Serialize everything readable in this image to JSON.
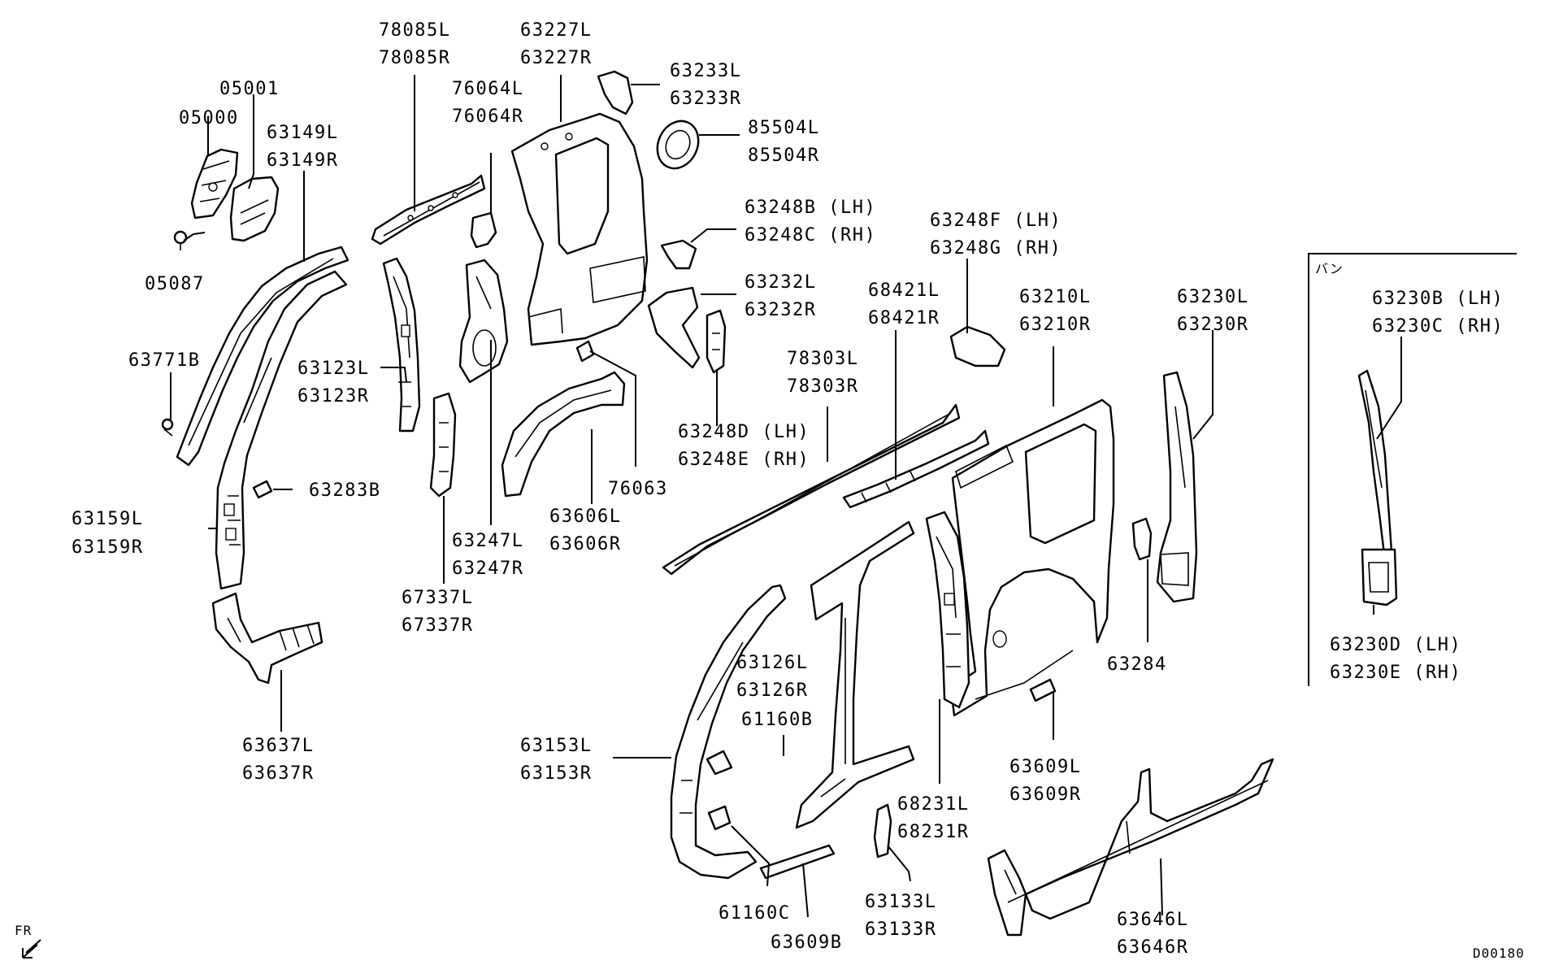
{
  "labels": {
    "p05000": "05000",
    "p05001": "05001",
    "p05087": "05087",
    "p63149l": "63149L",
    "p63149r": "63149R",
    "p63771b": "63771B",
    "p63159l": "63159L",
    "p63159r": "63159R",
    "p63283b": "63283B",
    "p63637l": "63637L",
    "p63637r": "63637R",
    "p78085l": "78085L",
    "p78085r": "78085R",
    "p63123l": "63123L",
    "p63123r": "63123R",
    "p76064l": "76064L",
    "p76064r": "76064R",
    "p63247l": "63247L",
    "p63247r": "63247R",
    "p67337l": "67337L",
    "p67337r": "67337R",
    "p63227l": "63227L",
    "p63227r": "63227R",
    "p63233l": "63233L",
    "p63233r": "63233R",
    "p85504l": "85504L",
    "p85504r": "85504R",
    "p63248b": "63248B (LH)",
    "p63248c": "63248C (RH)",
    "p63232l": "63232L",
    "p63232r": "63232R",
    "p63248d": "63248D (LH)",
    "p63248e": "63248E (RH)",
    "p76063": "76063",
    "p63606l": "63606L",
    "p63606r": "63606R",
    "p63248f": "63248F (LH)",
    "p63248g": "63248G (RH)",
    "p68421l": "68421L",
    "p68421r": "68421R",
    "p78303l": "78303L",
    "p78303r": "78303R",
    "p63210l": "63210L",
    "p63210r": "63210R",
    "p63230l": "63230L",
    "p63230r": "63230R",
    "p63230b": "63230B (LH)",
    "p63230c": "63230C (RH)",
    "p63230d": "63230D (LH)",
    "p63230e": "63230E (RH)",
    "p63284": "63284",
    "p63126l": "63126L",
    "p63126r": "63126R",
    "p61160b": "61160B",
    "p63153l": "63153L",
    "p63153r": "63153R",
    "p68231l": "68231L",
    "p68231r": "68231R",
    "p63609l": "63609L",
    "p63609r": "63609R",
    "p61160c": "61160C",
    "p63609b": "63609B",
    "p63133l": "63133L",
    "p63133r": "63133R",
    "p63646l": "63646L",
    "p63646r": "63646R"
  },
  "inset": {
    "heading": "バン"
  },
  "orientation": {
    "text": "FR"
  },
  "drawing_number": "D00180"
}
